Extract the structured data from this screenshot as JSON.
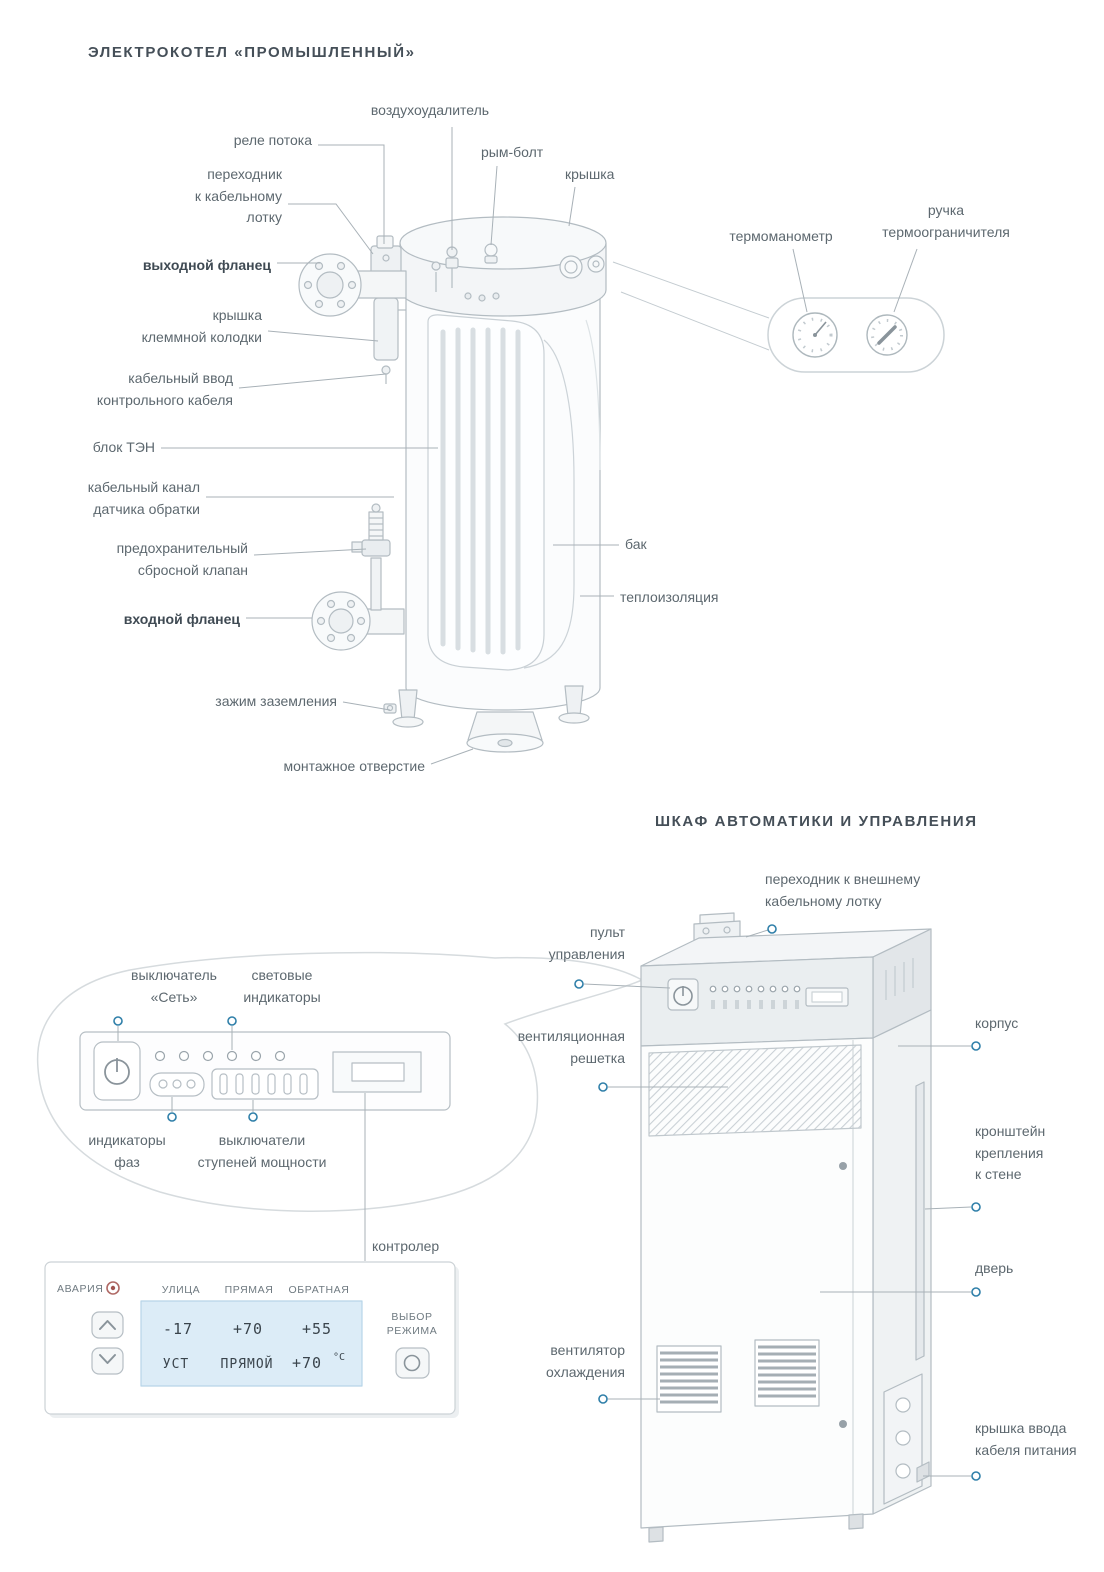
{
  "colors": {
    "accent_blue": "#2f7fa9",
    "label_gray": "#5d686f",
    "title_gray": "#454f58",
    "leader_line": "#a8b1b7",
    "display_blue": "#dcecf7"
  },
  "boiler": {
    "title": "ЭЛЕКТРОКОТЕЛ «ПРОМЫШЛЕННЫЙ»",
    "labels": {
      "air_vent": "воздухоудалитель",
      "flow_relay": "реле потока",
      "cable_tray_adapter": "переходник\nк кабельному\nлотку",
      "eye_bolt": "рым-болт",
      "cover": "крышка",
      "outlet_flange": "выходной фланец",
      "terminal_box_cover": "крышка\nклеммной колодки",
      "control_cable_entry": "кабельный ввод\nконтрольного кабеля",
      "heater_block": "блок ТЭН",
      "return_sensor_channel": "кабельный канал\nдатчика обратки",
      "safety_valve": "предохранительный\nсбросной клапан",
      "inlet_flange": "входной фланец",
      "ground_clamp": "зажим заземления",
      "mounting_hole": "монтажное отверстие",
      "tank": "бак",
      "insulation": "теплоизоляция",
      "thermomanometer": "термоманометр",
      "limiter_handle": "ручка\nтермоограничителя"
    }
  },
  "cabinet": {
    "title": "ШКАФ АВТОМАТИКИ И УПРАВЛЕНИЯ",
    "labels": {
      "external_tray_adapter": "переходник к внешнему\nкабельному лотку",
      "control_panel": "пульт\nуправления",
      "body": "корпус",
      "vent_grille": "вентиляционная\nрешетка",
      "wall_bracket": "кронштейн\nкрепления\nк стене",
      "door": "дверь",
      "cooling_fan": "вентилятор\nохлаждения",
      "power_cable_cover": "крышка ввода\nкабеля питания"
    }
  },
  "panel": {
    "labels": {
      "power_switch": "выключатель\n«Сеть»",
      "indicators": "световые\nиндикаторы",
      "phase_indicators": "индикаторы\nфаз",
      "step_switches": "выключатели\nступеней мощности",
      "controller": "контролер"
    }
  },
  "controller": {
    "alarm": "АВАРИЯ",
    "columns": {
      "street": "УЛИЦА",
      "direct": "ПРЯМАЯ",
      "return": "ОБРАТНАЯ"
    },
    "values": {
      "street": "-17",
      "direct": "+70",
      "return": "+55"
    },
    "setrow": {
      "set": "УСТ",
      "mode": "ПРЯМОЙ",
      "value": "+70",
      "unit": "°С"
    },
    "mode_button": "ВЫБОР\nРЕЖИМА"
  }
}
